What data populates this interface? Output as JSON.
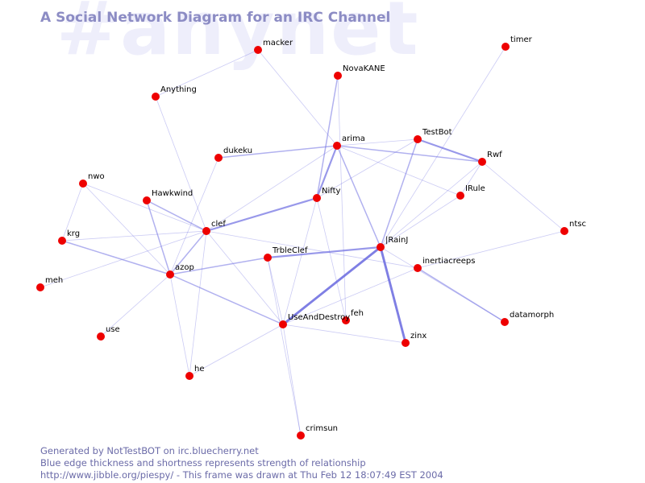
{
  "title": "A Social Network Diagram for an IRC Channel",
  "watermark": "#anynet",
  "footer": {
    "line1": "Generated by NotTestBOT on irc.bluecherry.net",
    "line2": "Blue edge thickness and shortness represents strength of relationship",
    "line3": "http://www.jibble.org/piespy/ - This frame was drawn at Thu Feb 12 18:07:49 EST 2004"
  },
  "colors": {
    "node": "#ee0000",
    "edge": "#6a6ae0",
    "title": "#8c8cc4",
    "watermark": "#eeeefb"
  },
  "nodes": [
    {
      "id": "macker",
      "label": "macker"
    },
    {
      "id": "timer",
      "label": "timer"
    },
    {
      "id": "NovaKANE",
      "label": "NovaKANE"
    },
    {
      "id": "Anything",
      "label": "Anything"
    },
    {
      "id": "arima",
      "label": "arima"
    },
    {
      "id": "TestBot",
      "label": "TestBot"
    },
    {
      "id": "dukeku",
      "label": "dukeku"
    },
    {
      "id": "Rwf",
      "label": "Rwf"
    },
    {
      "id": "nwo",
      "label": "nwo"
    },
    {
      "id": "Hawkwind",
      "label": "Hawkwind"
    },
    {
      "id": "Nifty",
      "label": "Nifty"
    },
    {
      "id": "IRule",
      "label": "IRule"
    },
    {
      "id": "clef",
      "label": "clef"
    },
    {
      "id": "ntsc",
      "label": "ntsc"
    },
    {
      "id": "krg",
      "label": "krg"
    },
    {
      "id": "RainJ",
      "label": "|RainJ"
    },
    {
      "id": "TrbleClef",
      "label": "TrbleClef"
    },
    {
      "id": "inertiacreeps",
      "label": "inertiacreeps"
    },
    {
      "id": "azop",
      "label": "azop"
    },
    {
      "id": "meh",
      "label": "meh"
    },
    {
      "id": "datamorph",
      "label": "datamorph"
    },
    {
      "id": "feh",
      "label": "feh"
    },
    {
      "id": "UseAndDestroy",
      "label": "UseAndDestroy"
    },
    {
      "id": "use",
      "label": "use"
    },
    {
      "id": "zinx",
      "label": "zinx"
    },
    {
      "id": "he",
      "label": "he"
    },
    {
      "id": "crimsun",
      "label": "crimsun"
    }
  ],
  "edges": [
    {
      "from": "macker",
      "to": "arima",
      "strength": 1
    },
    {
      "from": "macker",
      "to": "Anything",
      "strength": 1
    },
    {
      "from": "timer",
      "to": "RainJ",
      "strength": 1
    },
    {
      "from": "NovaKANE",
      "to": "Nifty",
      "strength": 2
    },
    {
      "from": "NovaKANE",
      "to": "feh",
      "strength": 1
    },
    {
      "from": "Anything",
      "to": "clef",
      "strength": 1
    },
    {
      "from": "arima",
      "to": "dukeku",
      "strength": 2
    },
    {
      "from": "arima",
      "to": "Rwf",
      "strength": 2
    },
    {
      "from": "arima",
      "to": "Nifty",
      "strength": 3
    },
    {
      "from": "arima",
      "to": "IRule",
      "strength": 1
    },
    {
      "from": "arima",
      "to": "RainJ",
      "strength": 2
    },
    {
      "from": "arima",
      "to": "clef",
      "strength": 1
    },
    {
      "from": "arima",
      "to": "TestBot",
      "strength": 1
    },
    {
      "from": "TestBot",
      "to": "Rwf",
      "strength": 3
    },
    {
      "from": "TestBot",
      "to": "RainJ",
      "strength": 2
    },
    {
      "from": "TestBot",
      "to": "Nifty",
      "strength": 1
    },
    {
      "from": "Rwf",
      "to": "RainJ",
      "strength": 1
    },
    {
      "from": "Rwf",
      "to": "ntsc",
      "strength": 1
    },
    {
      "from": "Rwf",
      "to": "IRule",
      "strength": 1
    },
    {
      "from": "dukeku",
      "to": "azop",
      "strength": 1
    },
    {
      "from": "nwo",
      "to": "clef",
      "strength": 1
    },
    {
      "from": "nwo",
      "to": "krg",
      "strength": 1
    },
    {
      "from": "nwo",
      "to": "azop",
      "strength": 1
    },
    {
      "from": "Hawkwind",
      "to": "azop",
      "strength": 2
    },
    {
      "from": "Hawkwind",
      "to": "clef",
      "strength": 2
    },
    {
      "from": "Nifty",
      "to": "clef",
      "strength": 3
    },
    {
      "from": "Nifty",
      "to": "UseAndDestroy",
      "strength": 1
    },
    {
      "from": "Nifty",
      "to": "feh",
      "strength": 1
    },
    {
      "from": "IRule",
      "to": "RainJ",
      "strength": 1
    },
    {
      "from": "clef",
      "to": "krg",
      "strength": 1
    },
    {
      "from": "clef",
      "to": "meh",
      "strength": 1
    },
    {
      "from": "clef",
      "to": "azop",
      "strength": 2
    },
    {
      "from": "clef",
      "to": "UseAndDestroy",
      "strength": 1
    },
    {
      "from": "clef",
      "to": "inertiacreeps",
      "strength": 1
    },
    {
      "from": "clef",
      "to": "he",
      "strength": 1
    },
    {
      "from": "krg",
      "to": "azop",
      "strength": 2
    },
    {
      "from": "RainJ",
      "to": "TrbleClef",
      "strength": 3
    },
    {
      "from": "RainJ",
      "to": "UseAndDestroy",
      "strength": 4
    },
    {
      "from": "RainJ",
      "to": "zinx",
      "strength": 4
    },
    {
      "from": "RainJ",
      "to": "datamorph",
      "strength": 1
    },
    {
      "from": "TrbleClef",
      "to": "azop",
      "strength": 2
    },
    {
      "from": "TrbleClef",
      "to": "UseAndDestroy",
      "strength": 1
    },
    {
      "from": "TrbleClef",
      "to": "crimsun",
      "strength": 1
    },
    {
      "from": "inertiacreeps",
      "to": "ntsc",
      "strength": 1
    },
    {
      "from": "inertiacreeps",
      "to": "datamorph",
      "strength": 2
    },
    {
      "from": "inertiacreeps",
      "to": "UseAndDestroy",
      "strength": 1
    },
    {
      "from": "azop",
      "to": "UseAndDestroy",
      "strength": 2
    },
    {
      "from": "azop",
      "to": "he",
      "strength": 1
    },
    {
      "from": "azop",
      "to": "use",
      "strength": 1
    },
    {
      "from": "UseAndDestroy",
      "to": "zinx",
      "strength": 1
    },
    {
      "from": "UseAndDestroy",
      "to": "crimsun",
      "strength": 1
    },
    {
      "from": "UseAndDestroy",
      "to": "he",
      "strength": 1
    }
  ]
}
